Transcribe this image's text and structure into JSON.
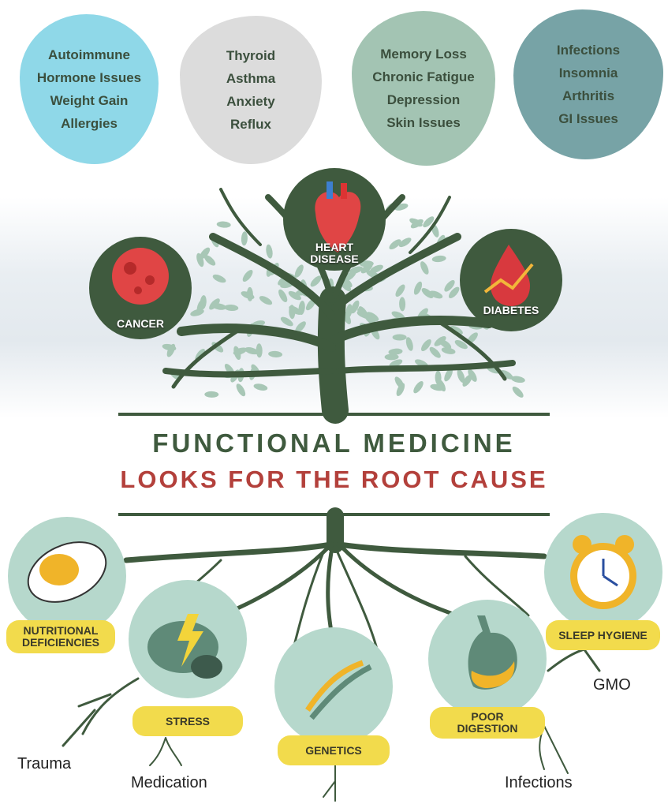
{
  "symptom_groups": [
    {
      "color": "#8fd8e8",
      "items": [
        "Autoimmune",
        "Hormone Issues",
        "Weight Gain",
        "Allergies"
      ]
    },
    {
      "color": "#dcdcdc",
      "items": [
        "Thyroid",
        "Asthma",
        "Anxiety",
        "Reflux"
      ]
    },
    {
      "color": "#a3c4b3",
      "items": [
        "Memory Loss",
        "Chronic Fatigue",
        "Depression",
        "Skin Issues"
      ]
    },
    {
      "color": "#77a3a6",
      "items": [
        "Infections",
        "Insomnia",
        "Arthritis",
        "GI Issues"
      ]
    }
  ],
  "diseases": {
    "cancer": "CANCER",
    "heart_line1": "HEART",
    "heart_line2": "DISEASE",
    "diabetes": "DIABETES"
  },
  "title": {
    "line1": "FUNCTIONAL MEDICINE",
    "line2": "LOOKS FOR THE ROOT CAUSE"
  },
  "root_causes": {
    "nutritional_line1": "NUTRITIONAL",
    "nutritional_line2": "DEFICIENCIES",
    "stress": "STRESS",
    "genetics": "GENETICS",
    "digestion_line1": "POOR",
    "digestion_line2": "DIGESTION",
    "sleep": "SLEEP HYGIENE"
  },
  "other_causes": {
    "trauma": "Trauma",
    "medication": "Medication",
    "infections": "Infections",
    "gmo": "GMO"
  },
  "colors": {
    "tree": "#3f5a3e",
    "leaf": "#a8c7b6",
    "accent_red": "#b3403b",
    "pill_yellow": "#f2db4c",
    "root_circle": "#b6d8cc"
  }
}
